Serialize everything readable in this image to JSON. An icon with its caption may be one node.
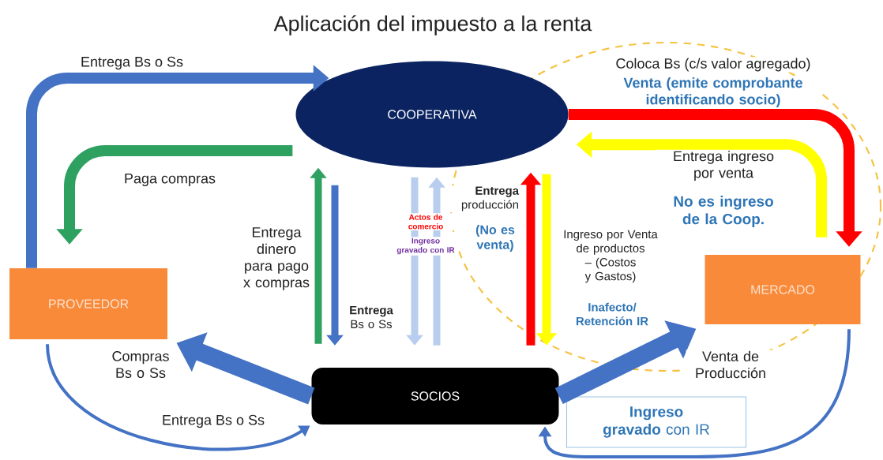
{
  "diagram": {
    "title": "Aplicación del impuesto a la renta",
    "nodes": [
      {
        "text": [
          "COOPERATIVA"
        ]
      },
      {
        "text": [
          "PROVEEDOR"
        ]
      },
      {
        "text": [
          "MERCADO"
        ]
      },
      {
        "text": [
          "SOCIOS"
        ]
      },
      {
        "text": [
          "**Ingreso gravado** con IR"
        ]
      }
    ],
    "edges": [
      {
        "from": 1,
        "to": 0,
        "arrow": "to",
        "label": "Entrega Bs o Ss"
      },
      {
        "from": 0,
        "to": 1,
        "arrow": "to",
        "label": "Paga compras",
        "color": "#2ea160"
      },
      {
        "from": 3,
        "to": 0,
        "arrow": "to",
        "label": "Entrega dinero para pago x compras",
        "color": "#2ea160"
      },
      {
        "from": 0,
        "to": 3,
        "arrow": "to",
        "label": "**Entrega** Bs o Ss"
      },
      {
        "from": 0,
        "to": 3,
        "arrow": "to",
        "color": "#b9cdee"
      },
      {
        "from": 3,
        "to": 0,
        "arrow": "to",
        "color": "#b9cdee"
      },
      {
        "from": 3,
        "to": 0,
        "arrow": "to",
        "label": "**Entrega** producción",
        "color": "#ff0000"
      },
      {
        "from": 0,
        "to": 3,
        "arrow": "to",
        "label": "Ingreso por Venta de productos – (Costos y Gastos)",
        "color": "#ffff00"
      },
      {
        "from": 0,
        "to": 2,
        "arrow": "to",
        "label": "Coloca Bs (c/s valor agregado)",
        "color": "#ff0000"
      },
      {
        "from": 2,
        "to": 0,
        "arrow": "to",
        "label": "Entrega ingreso por venta",
        "color": "#ffff00"
      },
      {
        "from": 3,
        "to": 1,
        "arrow": "to",
        "label": "Compras Bs o Ss",
        "style": "thick"
      },
      {
        "from": 1,
        "to": 3,
        "arrow": "to",
        "label": "Entrega Bs o Ss"
      },
      {
        "from": 3,
        "to": 2,
        "arrow": "to",
        "label": "Venta de Producción",
        "style": "thick"
      },
      {
        "from": 2,
        "to": 3,
        "arrow": "to"
      }
    ],
    "labels": [
      "Venta (emite comprobante identificando socio)",
      "No es ingreso de la Coop.",
      "Actos de comercio",
      "Ingreso gravado con IR",
      "(No es venta)",
      "Inafecto/ Retención IR"
    ]
  }
}
